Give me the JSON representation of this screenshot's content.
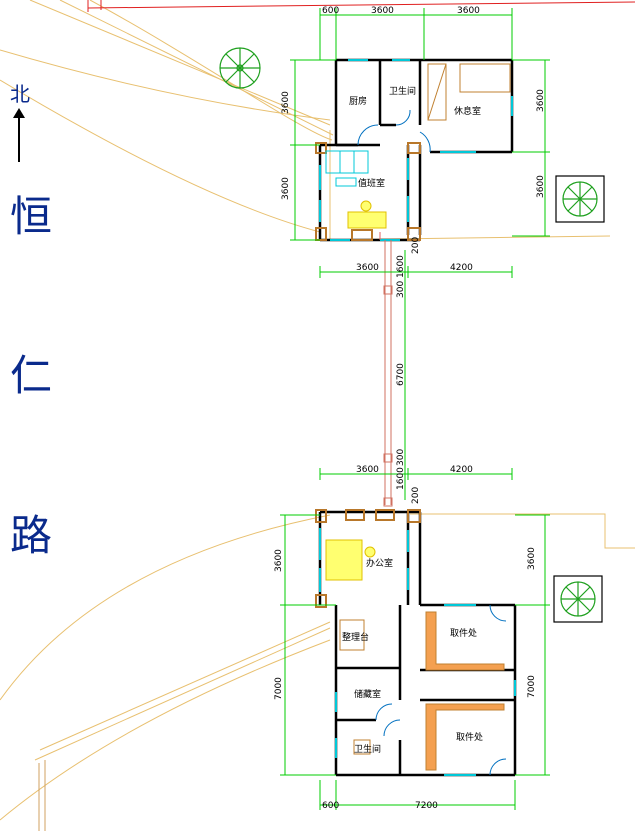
{
  "compass": {
    "label": "北"
  },
  "road": {
    "chars": [
      "恒",
      "仁",
      "路"
    ]
  },
  "rooms": {
    "kitchen": "厨房",
    "toilet_top": "卫生间",
    "rest_room": "休息室",
    "duty_room": "值班室",
    "office": "办公室",
    "sorting": "整理台",
    "pickup_1": "取件处",
    "storage": "储藏室",
    "pickup_2": "取件处",
    "toilet_bottom": "卫生间"
  },
  "dimensions": {
    "top_600": "600",
    "top_3600a": "3600",
    "top_3600b": "3600",
    "left_top_3600a": "3600",
    "left_top_3600b": "3600",
    "right_top_3600a": "3600",
    "right_top_3600b": "3600",
    "mid_3600": "3600",
    "mid_1600": "1600",
    "mid_4200": "4200",
    "mid_200": "200",
    "corr_300a": "300",
    "corr_6700": "6700",
    "corr_300b": "300",
    "low_3600": "3600",
    "low_1600": "1600",
    "low_4200": "4200",
    "low_200": "200",
    "left_bot_3600": "3600",
    "left_bot_7000": "7000",
    "right_bot_3600": "3600",
    "right_bot_7000": "7000",
    "bot_600": "600",
    "bot_7200": "7200"
  },
  "colors": {
    "wall": "#000000",
    "dimension_line": "#00cc00",
    "window": "#00c8d8",
    "corner_brick": "#b8772a",
    "site_line": "#e8c070",
    "door": "#0070c0",
    "road_text": "#0a2a8c",
    "tree": "#1ea01e"
  }
}
